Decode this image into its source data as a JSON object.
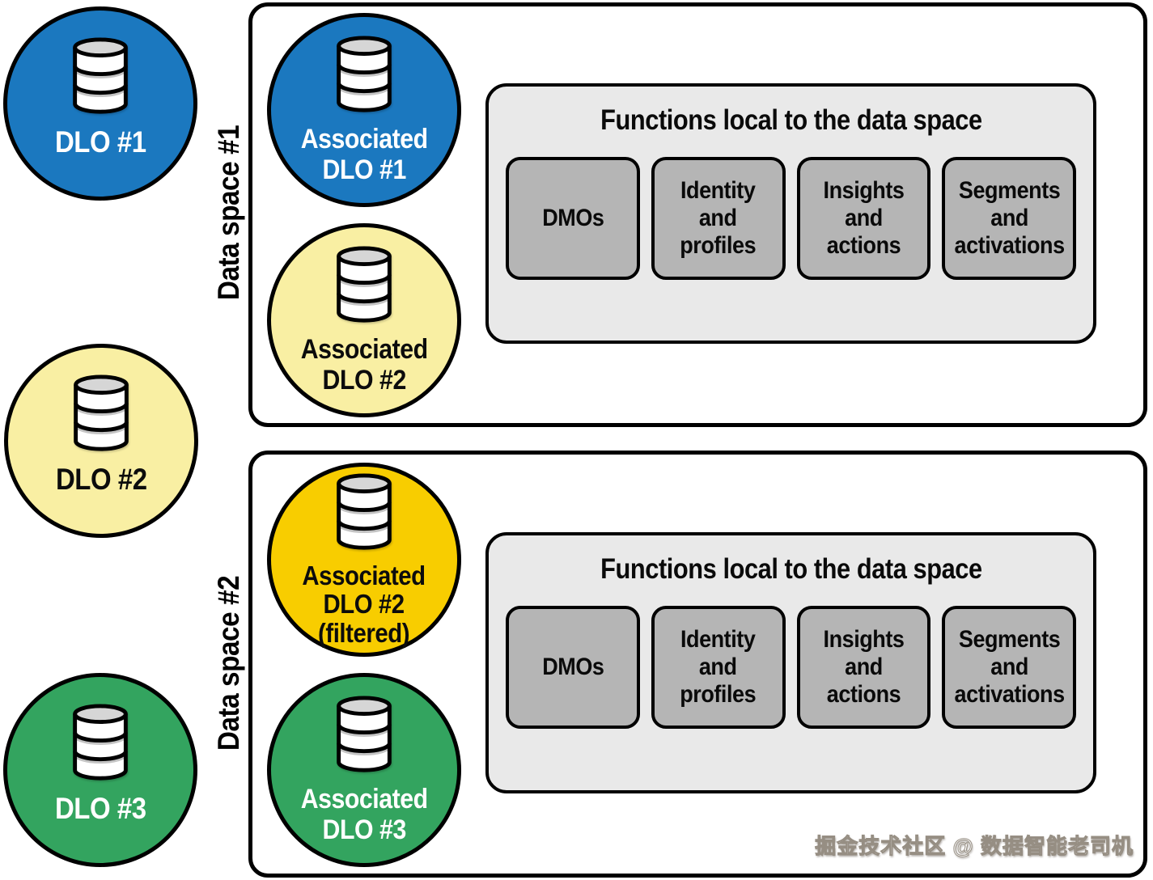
{
  "left_circles": {
    "dlo1": {
      "label": "DLO #1"
    },
    "dlo2": {
      "label": "DLO #2"
    },
    "dlo3": {
      "label": "DLO #3"
    }
  },
  "space1": {
    "label": "Data space #1",
    "assoc1": {
      "l1": "Associated",
      "l2": "DLO #1"
    },
    "assoc2": {
      "l1": "Associated",
      "l2": "DLO #2"
    },
    "functions": {
      "title": "Functions local to the data space",
      "dmos": "DMOs",
      "identity": {
        "l1": "Identity",
        "l2": "and",
        "l3": "profiles"
      },
      "insights": {
        "l1": "Insights",
        "l2": "and",
        "l3": "actions"
      },
      "segments": {
        "l1": "Segments",
        "l2": "and",
        "l3": "activations"
      }
    }
  },
  "space2": {
    "label": "Data space #2",
    "assoc2f": {
      "l1": "Associated",
      "l2": "DLO #2",
      "l3": "(filtered)"
    },
    "assoc3": {
      "l1": "Associated",
      "l2": "DLO #3"
    },
    "functions": {
      "title": "Functions local to the data space",
      "dmos": "DMOs",
      "identity": {
        "l1": "Identity",
        "l2": "and",
        "l3": "profiles"
      },
      "insights": {
        "l1": "Insights",
        "l2": "and",
        "l3": "actions"
      },
      "segments": {
        "l1": "Segments",
        "l2": "and",
        "l3": "activations"
      }
    }
  },
  "watermark": "掘金技术社区 @ 数据智能老司机",
  "colors": {
    "blue": "#1b78bf",
    "pale_yellow": "#f9efa3",
    "gold": "#f8cd00",
    "green": "#33a45f",
    "panel_gray": "#e9e9e9",
    "box_gray": "#b5b5b5",
    "ink": "#000000"
  }
}
